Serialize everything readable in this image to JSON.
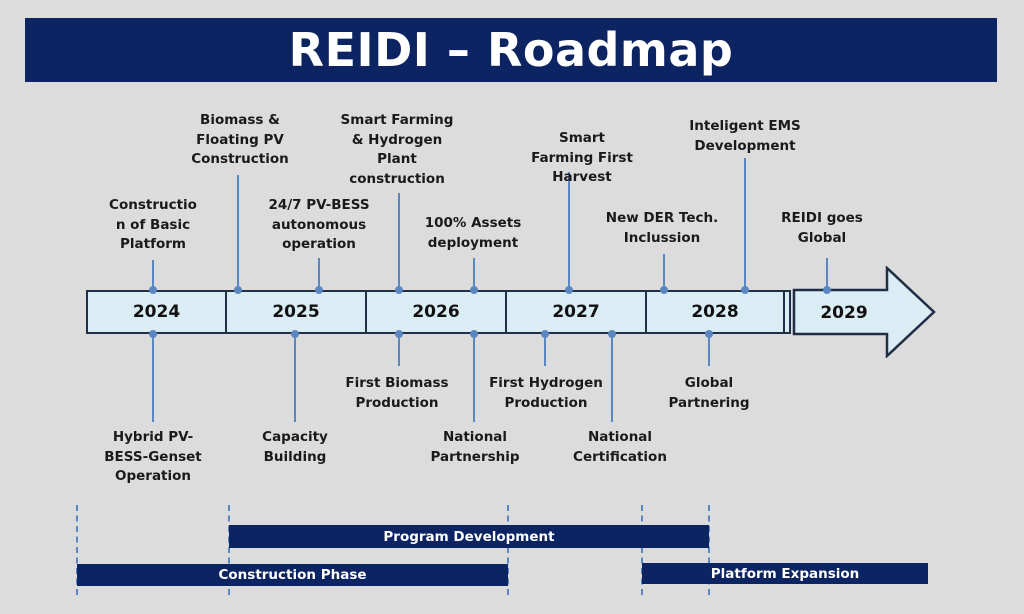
{
  "title": "REIDI – Roadmap",
  "years": [
    "2024",
    "2025",
    "2026",
    "2027",
    "2028",
    "2029"
  ],
  "milestones_above": [
    "Constructio\nn of Basic\nPlatform",
    "Biomass &\nFloating PV\nConstruction",
    "24/7 PV-BESS\nautonomous\noperation",
    "Smart Farming\n& Hydrogen\nPlant\nconstruction",
    "100% Assets\ndeployment",
    "Smart\nFarming First\nHarvest",
    "New DER Tech.\nInclussion",
    "Inteligent EMS\nDevelopment",
    "REIDI goes\nGlobal"
  ],
  "milestones_below": [
    "Hybrid PV-\nBESS-Genset\nOperation",
    "Capacity\nBuilding",
    "First Biomass\nProduction",
    "National\nPartnership",
    "First Hydrogen\nProduction",
    "National\nCertification",
    "Global\nPartnering"
  ],
  "phases": [
    "Program Development",
    "Construction Phase",
    "Platform Expansion"
  ],
  "colors": {
    "navy": "#0c2461",
    "timeline_fill": "#daecf4",
    "marker": "#5b87c0",
    "background": "#dcdcdc"
  }
}
